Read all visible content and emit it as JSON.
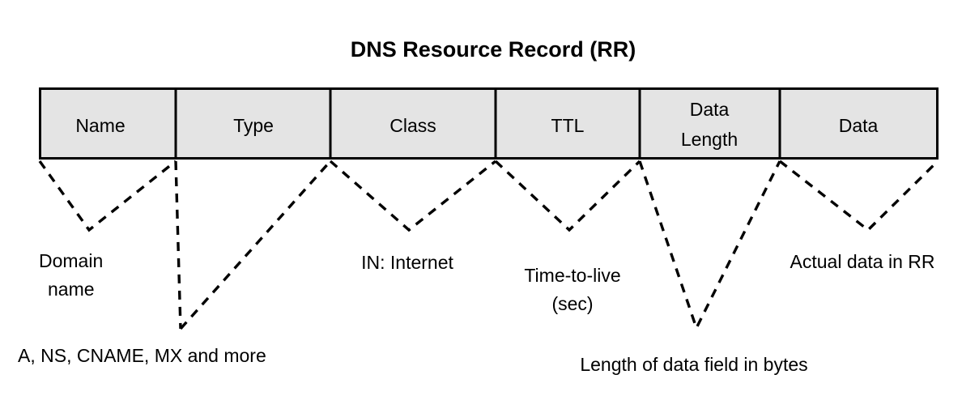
{
  "diagram": {
    "title": "DNS Resource Record (RR)",
    "type": "field-layout-diagram",
    "colors": {
      "cell_fill": "#e4e4e4",
      "stroke": "#000000",
      "background": "#ffffff",
      "text": "#000000"
    },
    "fields": [
      {
        "id": "name",
        "label": "Name",
        "label_line1": "Name",
        "label_line2": ""
      },
      {
        "id": "type",
        "label": "Type",
        "label_line1": "Type",
        "label_line2": ""
      },
      {
        "id": "class",
        "label": "Class",
        "label_line1": "Class",
        "label_line2": ""
      },
      {
        "id": "ttl",
        "label": "TTL",
        "label_line1": "TTL",
        "label_line2": ""
      },
      {
        "id": "data-length",
        "label": "Data Length",
        "label_line1": "Data",
        "label_line2": "Length"
      },
      {
        "id": "data",
        "label": "Data",
        "label_line1": "Data",
        "label_line2": ""
      }
    ],
    "annotations": [
      {
        "id": "name-note",
        "for": "name",
        "line1": "Domain",
        "line2": "name"
      },
      {
        "id": "type-note",
        "for": "type",
        "line1": "A, NS, CNAME, MX and more",
        "line2": ""
      },
      {
        "id": "class-note",
        "for": "class",
        "line1": "IN: Internet",
        "line2": ""
      },
      {
        "id": "ttl-note",
        "for": "ttl",
        "line1": "Time-to-live",
        "line2": "(sec)"
      },
      {
        "id": "data-length-note",
        "for": "data-length",
        "line1": "Length of data field in bytes",
        "line2": ""
      },
      {
        "id": "data-note",
        "for": "data",
        "line1": "Actual data in RR",
        "line2": ""
      }
    ]
  }
}
